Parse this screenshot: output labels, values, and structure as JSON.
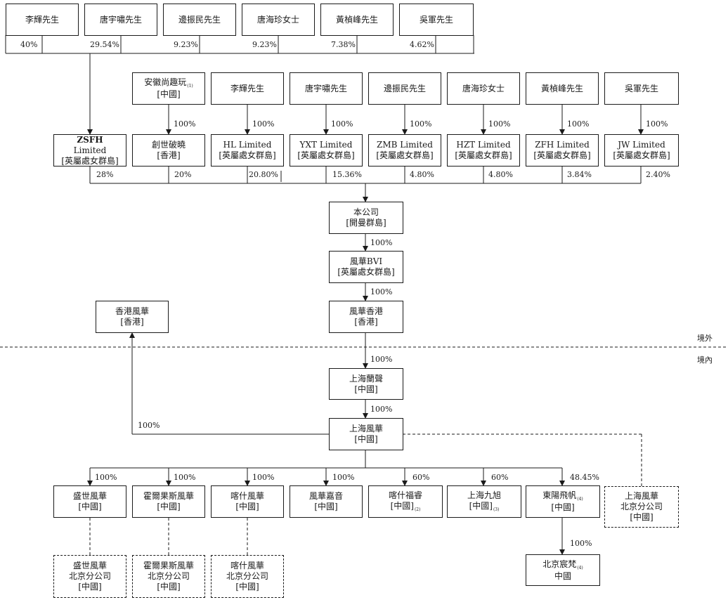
{
  "top_shareholders": [
    {
      "name": "李輝先生",
      "pct": "40%"
    },
    {
      "name": "唐宇嘯先生",
      "pct": "29.54%"
    },
    {
      "name": "邊振民先生",
      "pct": "9.23%"
    },
    {
      "name": "唐海珍女士",
      "pct": "9.23%"
    },
    {
      "name": "黃楨峰先生",
      "pct": "7.38%"
    },
    {
      "name": "吳軍先生",
      "pct": "4.62%"
    }
  ],
  "owners": [
    {
      "name": "安徽尚趣玩",
      "note": "(1)",
      "pct": "100%"
    },
    {
      "name": "李輝先生",
      "pct": "100%"
    },
    {
      "name": "唐宇嘯先生",
      "pct": "100%"
    },
    {
      "name": "邊振民先生",
      "pct": "100%"
    },
    {
      "name": "唐海珍女士",
      "pct": "100%"
    },
    {
      "name": "黃楨峰先生",
      "pct": "100%"
    },
    {
      "name": "吳軍先生",
      "pct": "100%"
    }
  ],
  "holdcos": [
    {
      "name": "ZSFH",
      "name2": "Limited",
      "jur": "[英屬處女群島]",
      "pct": "28%"
    },
    {
      "name": "創世破曉",
      "jur": "[香港]",
      "pct": "20%"
    },
    {
      "name": "HL Limited",
      "jur": "[英屬處女群島]",
      "pct": "20.80%"
    },
    {
      "name": "YXT Limited",
      "jur": "[英屬處女群島]",
      "pct": "15.36%"
    },
    {
      "name": "ZMB Limited",
      "jur": "[英屬處女群島]",
      "pct": "4.80%"
    },
    {
      "name": "HZT Limited",
      "jur": "[英屬處女群島]",
      "pct": "4.80%"
    },
    {
      "name": "ZFH Limited",
      "jur": "[英屬處女群島]",
      "pct": "3.84%"
    },
    {
      "name": "JW Limited",
      "jur": "[英屬處女群島]",
      "pct": "2.40%"
    }
  ],
  "company": {
    "name": "本公司",
    "jur": "[開曼群島]"
  },
  "bvi": {
    "name": "風華BVI",
    "jur": "[英屬處女群島]",
    "pct": "100%"
  },
  "hk_sub": {
    "name": "風華香港",
    "jur": "[香港]",
    "pct": "100%"
  },
  "hk_fh": {
    "name": "香港風華",
    "jur": "[香港]",
    "pct": "100%"
  },
  "zones": {
    "offshore": "境外",
    "onshore": "境內"
  },
  "lanxuan": {
    "name": "上海蘭聲",
    "jur": "[中國]",
    "pct": "100%"
  },
  "sh_fh": {
    "name": "上海風華",
    "jur": "[中國]",
    "pct": "100%"
  },
  "subsidiaries": [
    {
      "name": "盛世風華",
      "jur": "[中國]",
      "pct": "100%"
    },
    {
      "name": "霍爾果斯風華",
      "jur": "[中國]",
      "pct": "100%"
    },
    {
      "name": "喀什風華",
      "jur": "[中國]",
      "pct": "100%"
    },
    {
      "name": "風華嘉音",
      "jur": "[中國]",
      "pct": "100%"
    },
    {
      "name": "喀什福睿",
      "note": "(2)",
      "jur": "[中國]",
      "pct": "60%"
    },
    {
      "name": "上海九旭",
      "note": "(3)",
      "jur": "[中國]",
      "pct": "60%"
    },
    {
      "name": "東陽飛帆",
      "note": "(4)",
      "jur": "[中國]",
      "pct": "48.45%"
    }
  ],
  "sh_branch": {
    "name": "上海風華",
    "name2": "北京分公司",
    "jur": "[中國]"
  },
  "branches": [
    {
      "name": "盛世風華",
      "name2": "北京分公司",
      "jur": "[中國]"
    },
    {
      "name": "霍爾果斯風華",
      "name2": "北京分公司",
      "jur": "[中國]"
    },
    {
      "name": "喀什風華",
      "name2": "北京分公司",
      "jur": "[中國]"
    }
  ],
  "bj_sub": {
    "name": "北京宸梵",
    "note": "(4)",
    "jur": "中國",
    "pct": "100%"
  }
}
